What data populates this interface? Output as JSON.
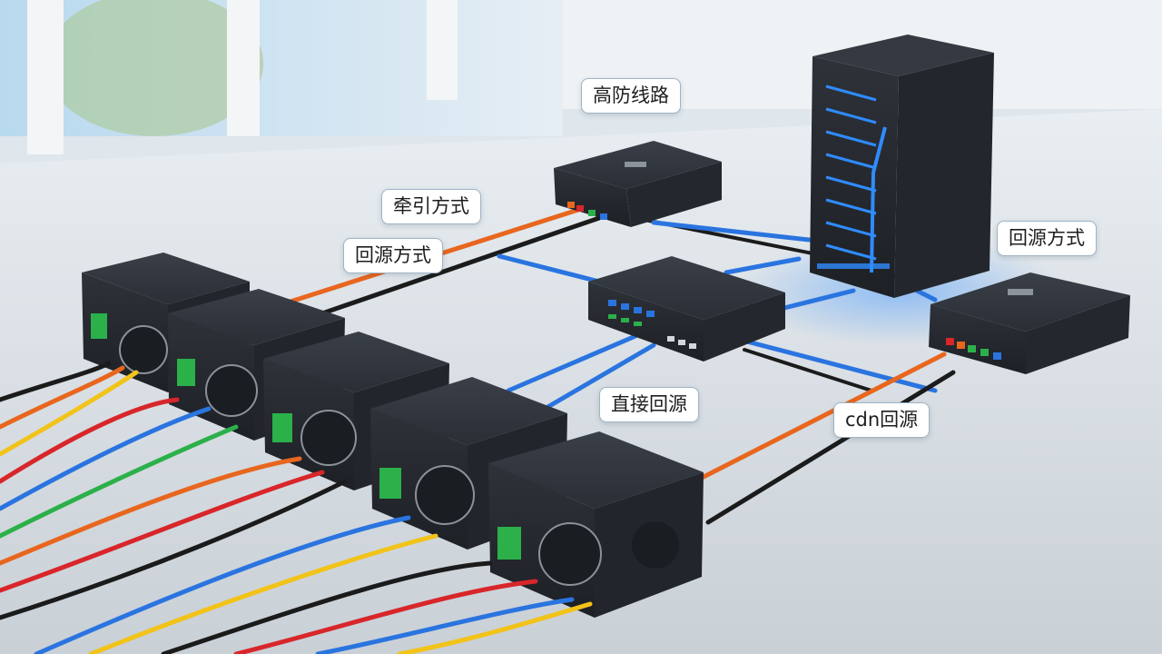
{
  "scene": {
    "callouts": {
      "high_defense_line": "高防线路",
      "traction_method": "牵引方式",
      "origin_return_method_left": "回源方式",
      "origin_return_method_right": "回源方式",
      "direct_origin_return": "直接回源",
      "cdn_origin_return": "cdn回源"
    },
    "colors": {
      "cable_orange": "#e8661e",
      "cable_blue": "#2a74e0",
      "cable_red": "#d8262a",
      "cable_yellow": "#f2c318",
      "cable_green": "#2bb04a",
      "cable_black": "#1b1b1b",
      "server_glow": "#2f8cff",
      "device_body": "#2b2f36"
    }
  }
}
